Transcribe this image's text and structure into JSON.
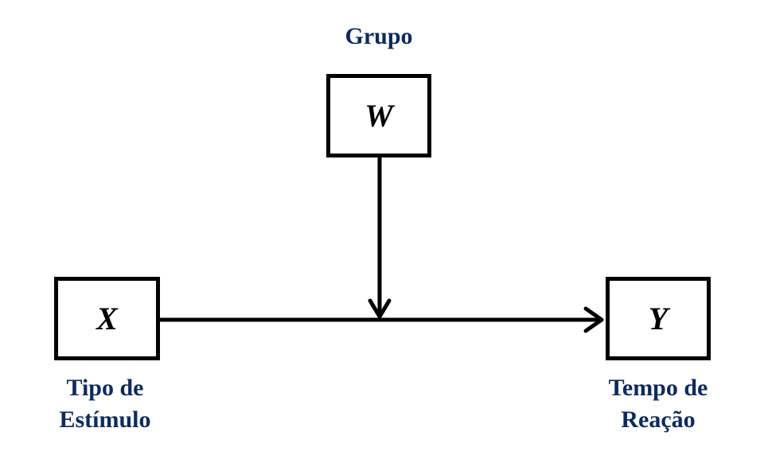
{
  "colors": {
    "label_color": "#0d2a5c",
    "line_color": "#000000"
  },
  "nodes": {
    "moderator": {
      "symbol": "W",
      "label_lines": [
        "Grupo"
      ]
    },
    "predictor": {
      "symbol": "X",
      "label_lines": [
        "Tipo de",
        "Estímulo"
      ]
    },
    "outcome": {
      "symbol": "Y",
      "label_lines": [
        "Tempo de",
        "Reação"
      ]
    }
  },
  "edges": [
    {
      "from": "predictor",
      "to": "outcome",
      "arrow": "end"
    },
    {
      "from": "moderator",
      "to": "predictor-outcome-path",
      "arrow": "end"
    }
  ]
}
